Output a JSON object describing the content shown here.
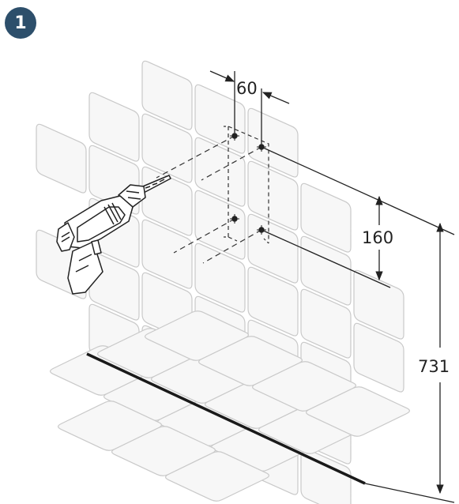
{
  "step": {
    "number": "1"
  },
  "dimensions": {
    "hole_spacing_horizontal": "60",
    "hole_spacing_vertical": "160",
    "height_from_floor": "731"
  },
  "colors": {
    "badge": "#2d4f6b",
    "tile_stroke": "#c9c9c9",
    "tile_fill": "#f7f7f7",
    "line": "#222222",
    "floor_edge": "#1a1a1a"
  },
  "icons": {
    "tool": "drill-icon"
  }
}
